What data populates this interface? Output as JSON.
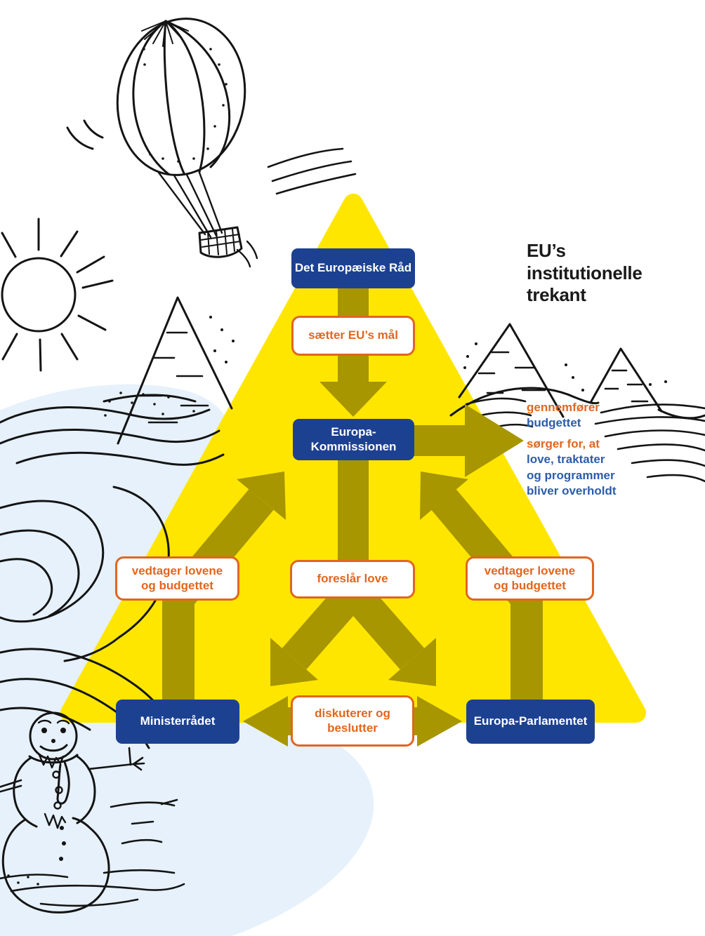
{
  "title": "EU’s\ninstitutionelle\ntrekant",
  "nodes": {
    "raad": "Det Europæiske Råd",
    "kommissionen": "Europa-\nKommissionen",
    "ministerraadet": "Ministerrådet",
    "parlamentet": "Europa-Parlamentet"
  },
  "labels": {
    "saetter": "sætter EU’s mål",
    "foreslaar": "foreslår love",
    "vedtager_venstre": "vedtager lovene\nog budgettet",
    "vedtager_hoejre": "vedtager lovene\nog budgettet",
    "diskuterer": "diskuterer og\nbeslutter"
  },
  "notes": {
    "gennemfoerer": "gennemfører",
    "budgettet": "budgettet",
    "soerger_for": "sørger for, at",
    "soerger_rest": "love, traktater\nog programmer\nbliver overholdt"
  },
  "colors": {
    "triangle_yellow": "#ffe600",
    "arrow_olive": "#a79600",
    "node_blue": "#1d4191",
    "accent_orange": "#e1661e",
    "note_blue": "#2d5ca8",
    "sky_blue": "#e6f1fb",
    "ink_black": "#141414"
  },
  "decorations": [
    "hot-air-balloon",
    "sun",
    "mountain",
    "waves",
    "rolling-hills",
    "snowman"
  ]
}
